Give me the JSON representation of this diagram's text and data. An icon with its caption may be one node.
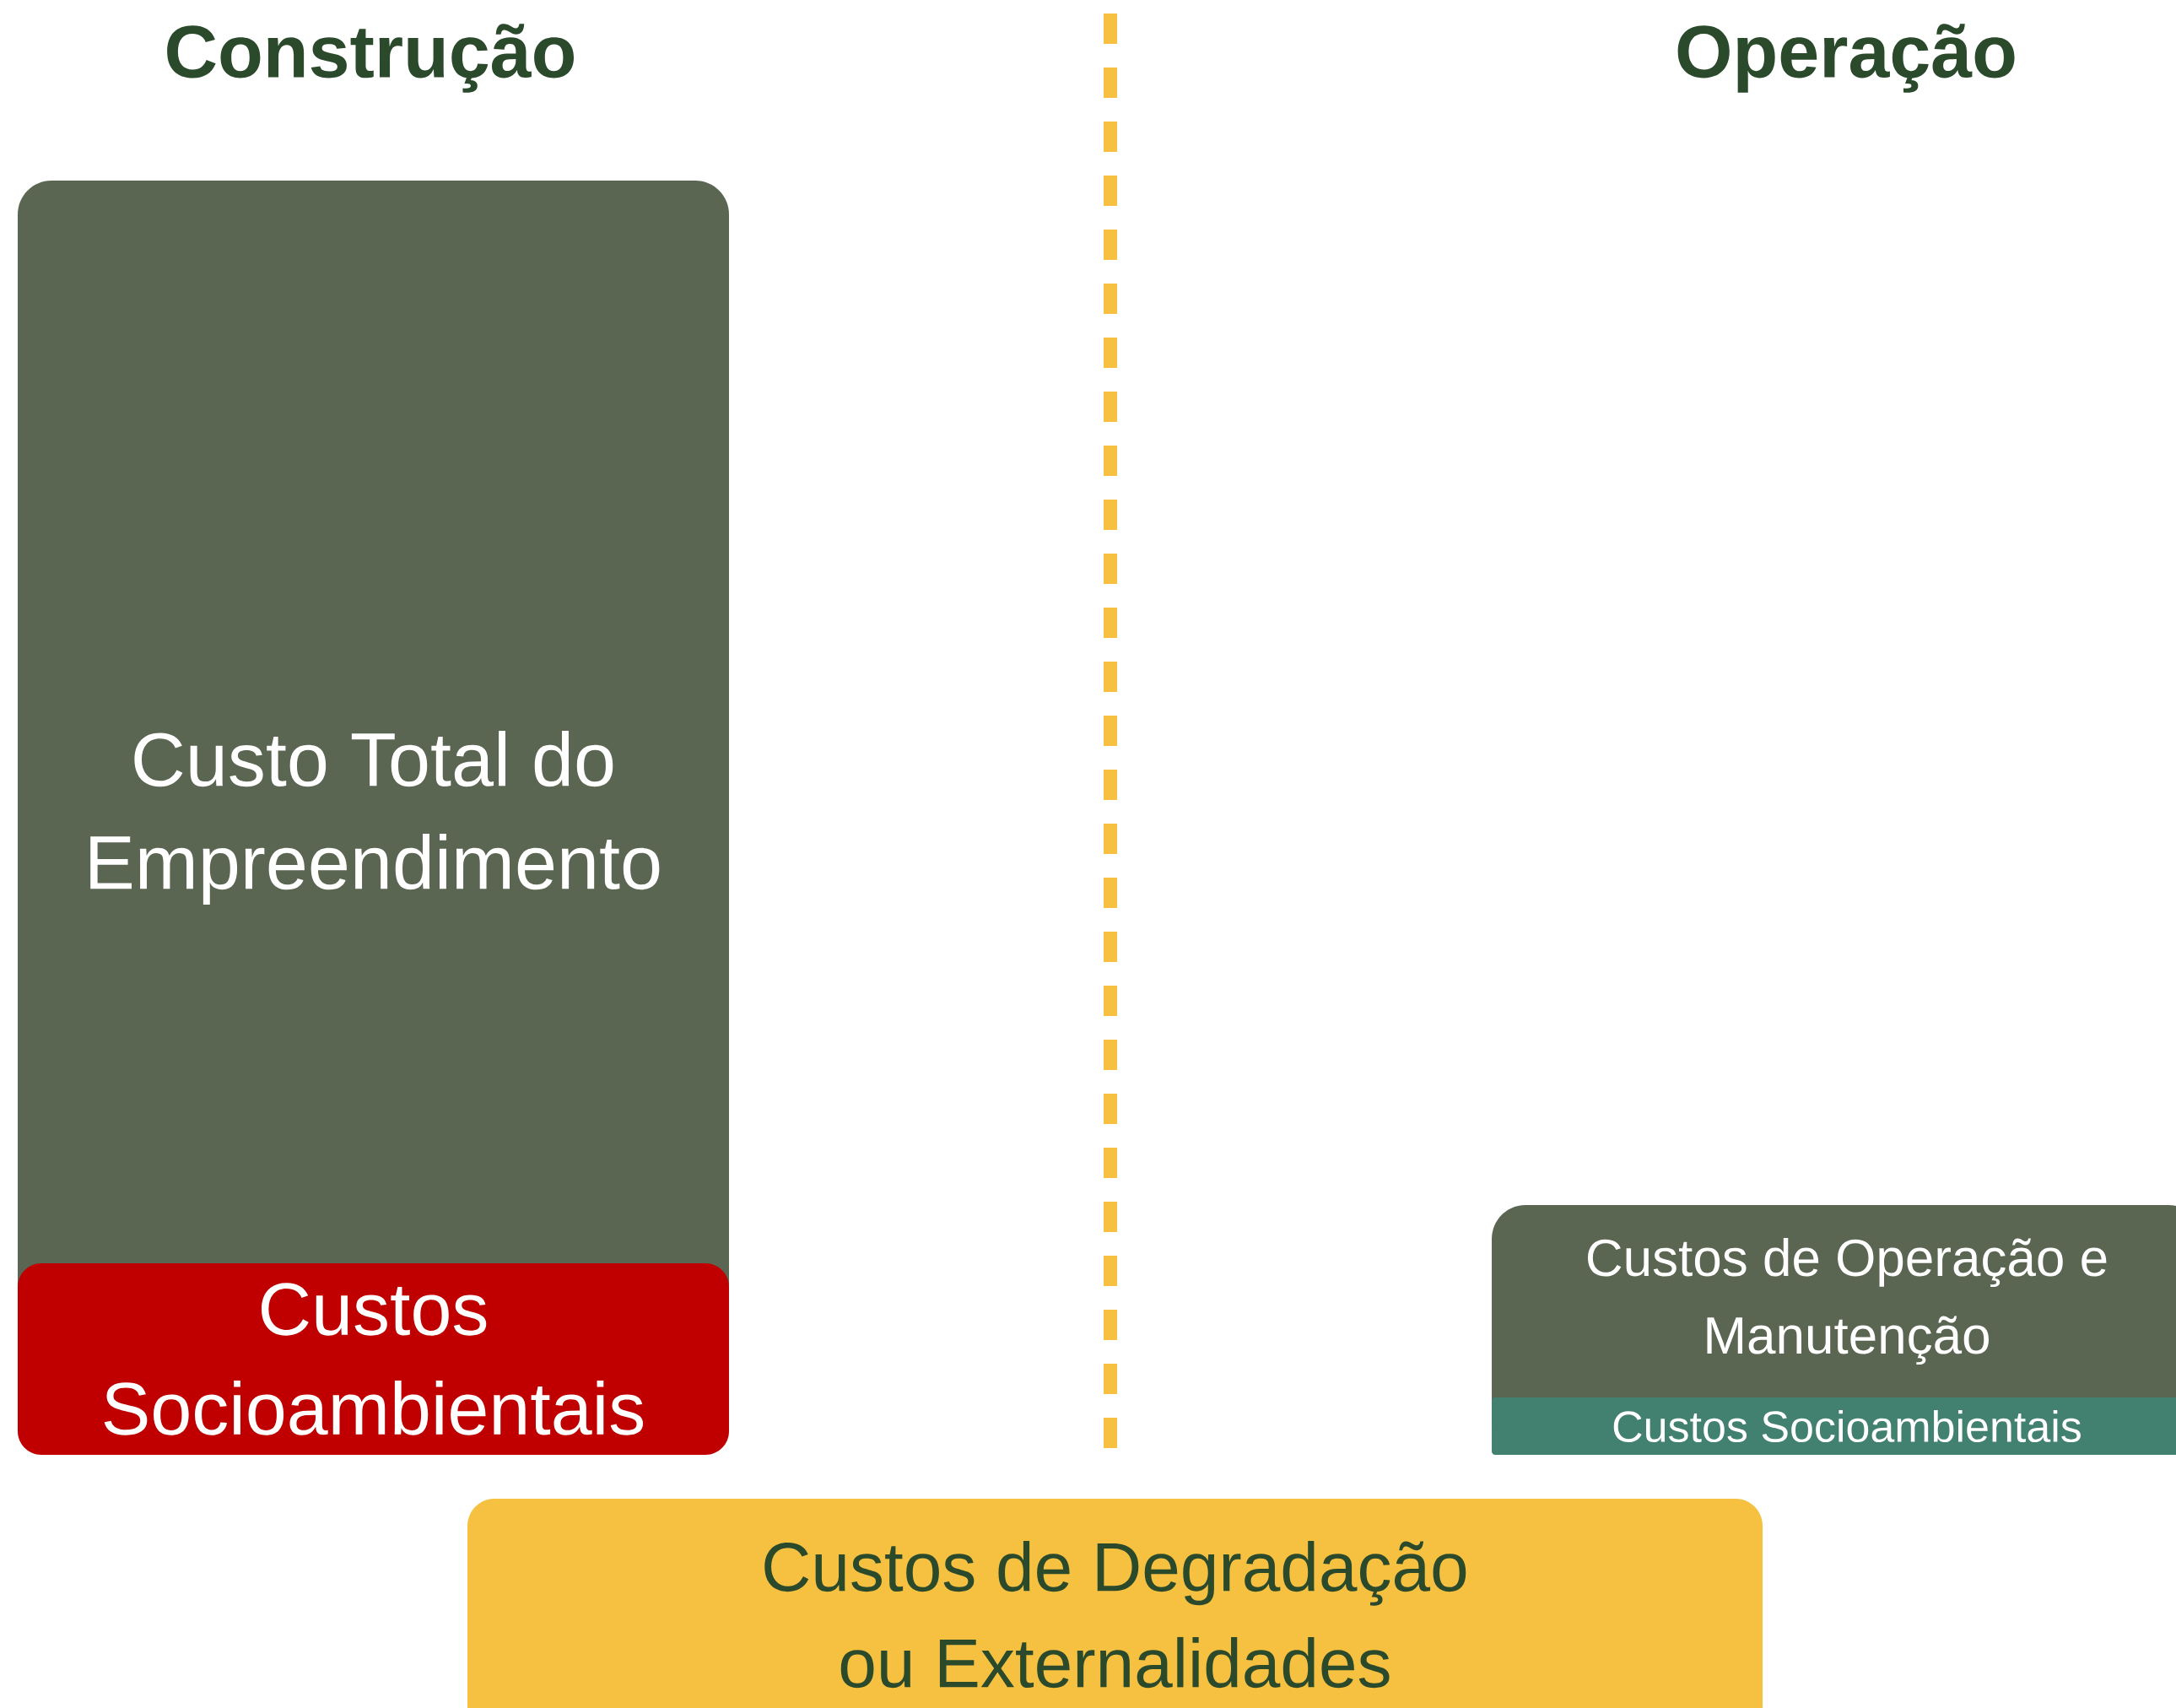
{
  "diagram": {
    "nodes": [
      {
        "text": [
          "Custo Total do Empreendimento"
        ]
      },
      {
        "text": [
          "Custos Socioambientais"
        ],
        "in": 0
      },
      {
        "text": [
          "Custos de Operação e Manutenção"
        ]
      },
      {
        "text": [
          "Custos Socioambientais"
        ],
        "in": 2
      },
      {
        "text": [
          "Custos de Degradação ou Externalidades"
        ]
      }
    ],
    "edges": [],
    "labels": [
      "Construção",
      "Operação"
    ]
  }
}
